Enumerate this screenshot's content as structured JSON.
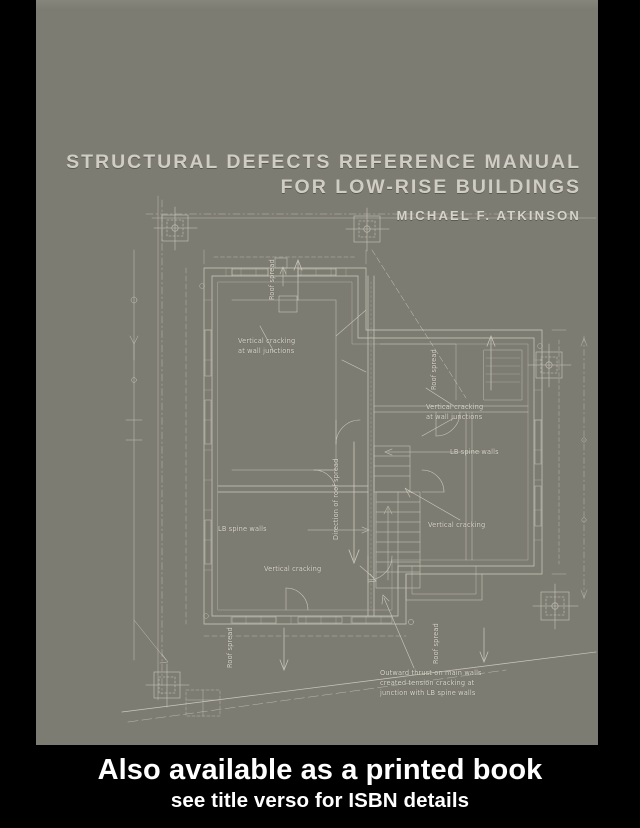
{
  "colors": {
    "cover_background": "#7d7c73",
    "border": "#000000",
    "title_text": "#cfcdc4",
    "line_art": "#cdcabd",
    "annotation_text": "#d8d5c8",
    "banner_background": "#000000",
    "banner_text": "#ffffff"
  },
  "cover": {
    "title_line1": "STRUCTURAL DEFECTS  REFERENCE MANUAL",
    "title_line2": "FOR LOW-RISE BUILDINGS",
    "author": "MICHAEL  F.  ATKINSON"
  },
  "diagram": {
    "description": "Architectural floor plan line drawing of a low-rise building showing structural defects",
    "annotations": [
      {
        "id": "vertical-cracking-top",
        "text_line1": "Vertical cracking",
        "text_line2": "at wall junctions"
      },
      {
        "id": "vertical-cracking-right",
        "text_line1": "Vertical cracking",
        "text_line2": "at wall junctions"
      },
      {
        "id": "lb-spine-walls-right",
        "text_line1": "LB spine walls"
      },
      {
        "id": "lb-spine-walls-left",
        "text_line1": "LB spine walls"
      },
      {
        "id": "vertical-cracking-left",
        "text_line1": "Vertical cracking"
      },
      {
        "id": "vertical-cracking-mid",
        "text_line1": "Vertical cracking"
      },
      {
        "id": "outward-thrust",
        "text_line1": "Outward thrust on main walls",
        "text_line2": "created tension cracking at",
        "text_line3": "junction with LB spine walls"
      }
    ],
    "rotated_labels": [
      {
        "id": "roof-spread-top",
        "text": "Roof spread"
      },
      {
        "id": "roof-spread-right",
        "text": "Roof spread"
      },
      {
        "id": "roof-spread-bottom-left",
        "text": "Roof spread"
      },
      {
        "id": "roof-spread-bottom-right",
        "text": "Roof spread"
      },
      {
        "id": "direction-of-roof-spread",
        "text": "Direction of roof spread"
      }
    ]
  },
  "banner": {
    "line1": "Also available as a printed book",
    "line2": "see title verso for ISBN details"
  }
}
